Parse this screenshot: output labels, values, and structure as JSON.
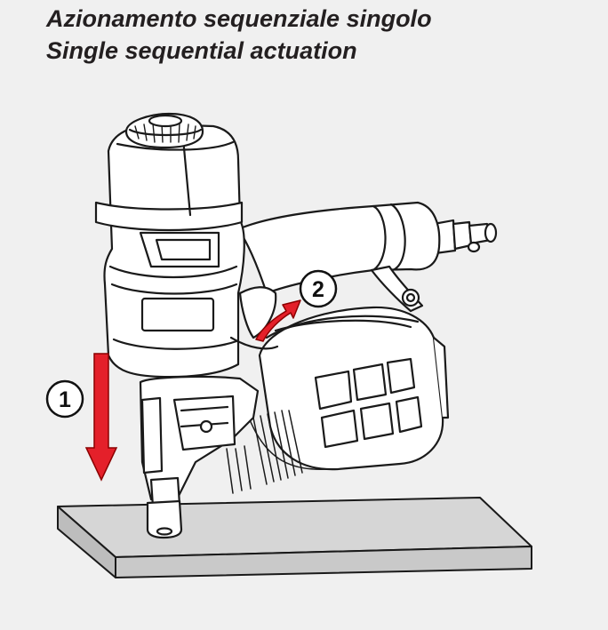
{
  "heading": {
    "italian": "Azionamento sequenziale singolo",
    "english": "Single sequential actuation"
  },
  "steps": [
    {
      "number": "1",
      "meaning": "press-down"
    },
    {
      "number": "2",
      "meaning": "pull-trigger"
    }
  ],
  "colors": {
    "background": "#f0f0f0",
    "arrow": "#e4202a",
    "outline": "#1a1a1a",
    "tool_fill": "#ffffff",
    "board": "#d9d9d9"
  }
}
